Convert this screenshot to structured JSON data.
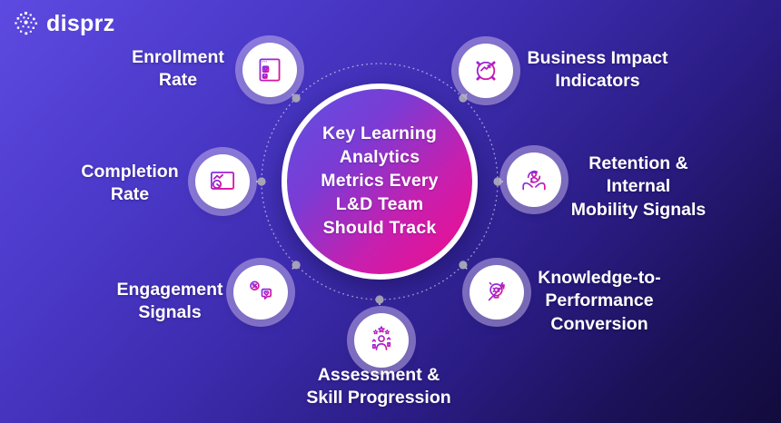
{
  "brand": {
    "name": "disprz"
  },
  "center": {
    "title": "Key Learning\nAnalytics\nMetrics Every\nL&D Team\nShould Track"
  },
  "nodes": [
    {
      "id": "enrollment-rate",
      "label": "Enrollment\nRate",
      "icon": "registration-form-icon"
    },
    {
      "id": "business-impact",
      "label": "Business Impact\nIndicators",
      "icon": "gear-analytics-icon"
    },
    {
      "id": "completion-rate",
      "label": "Completion\nRate",
      "icon": "dashboard-report-icon"
    },
    {
      "id": "retention-mobility",
      "label": "Retention &\nInternal\nMobility Signals",
      "icon": "hands-holding-person-cycle-icon"
    },
    {
      "id": "engagement-signals",
      "label": "Engagement\nSignals",
      "icon": "percent-bars-heart-icon"
    },
    {
      "id": "knowledge-performance",
      "label": "Knowledge-to-\nPerformance\nConversion",
      "icon": "bulb-gear-arrow-icon"
    },
    {
      "id": "assessment-skill",
      "label": "Assessment &\nSkill Progression",
      "icon": "person-stars-growth-icon"
    }
  ],
  "colors": {
    "background_top": "#5d4ae0",
    "background_bottom": "#120b3c",
    "center_gradient_start": "#6050e2",
    "center_gradient_end": "#f20c8c",
    "icon_stroke_start": "#7a2ff0",
    "icon_stroke_end": "#ec0e8f",
    "node_ring": "#cbbaf2",
    "text": "#ffffff"
  }
}
